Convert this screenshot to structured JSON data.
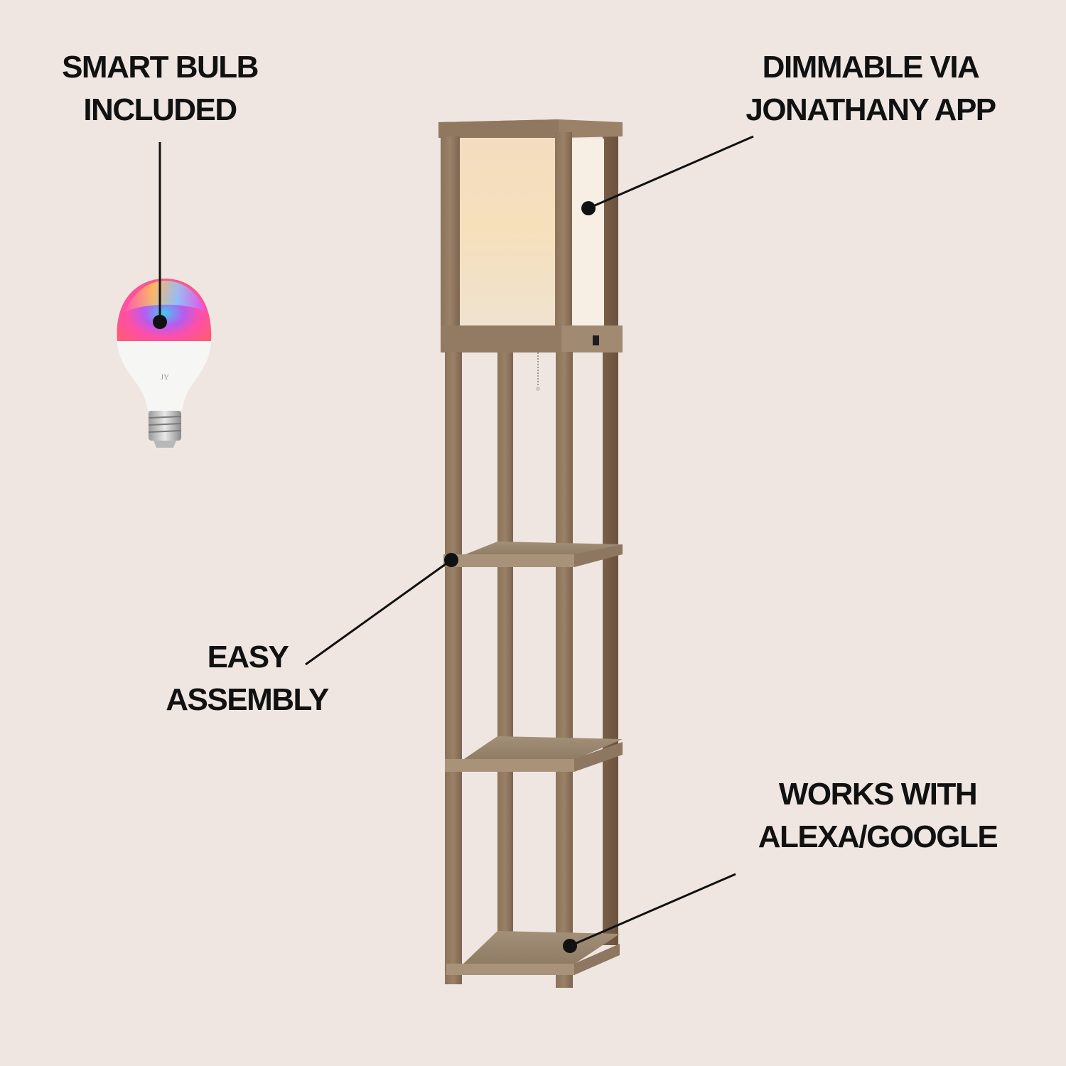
{
  "callouts": {
    "smart_bulb": {
      "line1": "SMART BULB",
      "line2": "INCLUDED"
    },
    "dimmable": {
      "line1": "DIMMABLE VIA",
      "line2": "JONATHANY APP"
    },
    "assembly": {
      "line1": "EASY",
      "line2": "ASSEMBLY"
    },
    "voice": {
      "line1": "WORKS WITH",
      "line2": "ALEXA/GOOGLE"
    }
  },
  "bulb": {
    "logo": "JY"
  },
  "colors": {
    "background": "#efe6e2",
    "text": "#111111",
    "wood": "#8a7258",
    "wood_light": "#a38d73",
    "shade": "#f3e2c8"
  }
}
